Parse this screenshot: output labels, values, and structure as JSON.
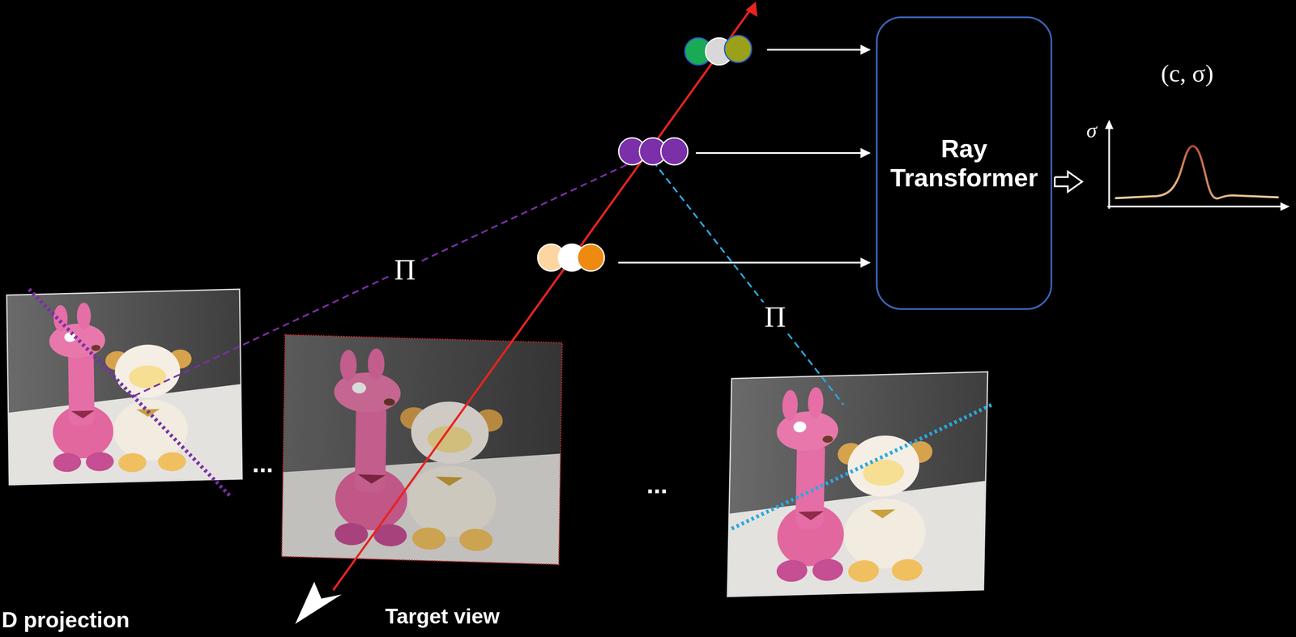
{
  "diagram": {
    "nodes": [
      {
        "text": [
          "Ray Transformer"
        ]
      },
      {
        "text": [
          "(c, σ)",
          "σ"
        ]
      }
    ],
    "edges": [
      {
        "from": 0,
        "to": 1,
        "arrow": "to"
      }
    ],
    "labels": [
      "Π",
      "...",
      "Target view",
      "Π",
      "...",
      "D projection"
    ]
  }
}
